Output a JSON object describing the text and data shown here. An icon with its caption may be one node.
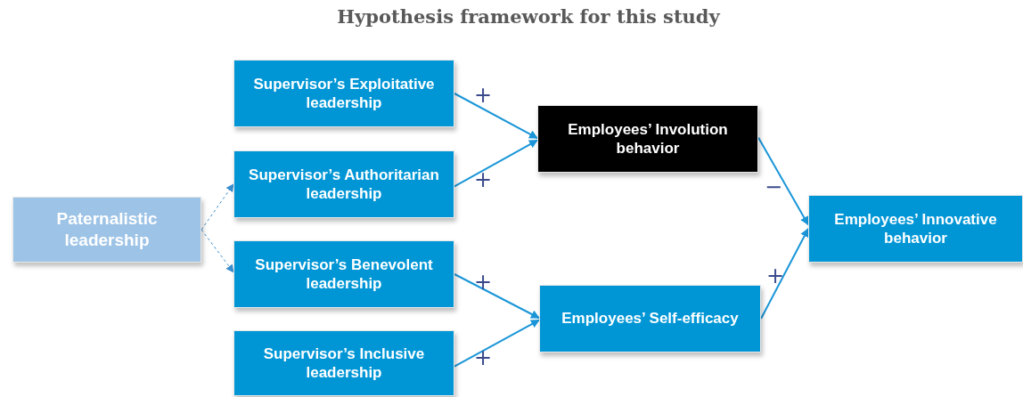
{
  "diagram": {
    "title": "Hypothesis framework for this study",
    "nodes": [
      {
        "text": [
          "Paternalistic leadership"
        ]
      },
      {
        "text": [
          "Supervisor’s Exploitative leadership"
        ]
      },
      {
        "text": [
          "Supervisor’s Authoritarian leadership"
        ]
      },
      {
        "text": [
          "Supervisor’s Benevolent leadership"
        ]
      },
      {
        "text": [
          "Supervisor’s Inclusive leadership"
        ]
      },
      {
        "text": [
          "Employees’ Involution behavior"
        ]
      },
      {
        "text": [
          "Employees’ Self-efficacy"
        ]
      },
      {
        "text": [
          "Employees’ Innovative behavior"
        ]
      }
    ],
    "edges": [
      {
        "from": 0,
        "to": 2,
        "arrow": "to",
        "style": "dashed"
      },
      {
        "from": 0,
        "to": 3,
        "arrow": "to",
        "style": "dashed"
      },
      {
        "from": 1,
        "to": 5,
        "arrow": "to",
        "label": "+"
      },
      {
        "from": 2,
        "to": 5,
        "arrow": "to",
        "label": "+"
      },
      {
        "from": 3,
        "to": 6,
        "arrow": "to",
        "label": "+"
      },
      {
        "from": 4,
        "to": 6,
        "arrow": "to",
        "label": "+"
      },
      {
        "from": 5,
        "to": 7,
        "arrow": "to",
        "label": "−"
      },
      {
        "from": 6,
        "to": 7,
        "arrow": "to",
        "label": "+"
      }
    ]
  }
}
